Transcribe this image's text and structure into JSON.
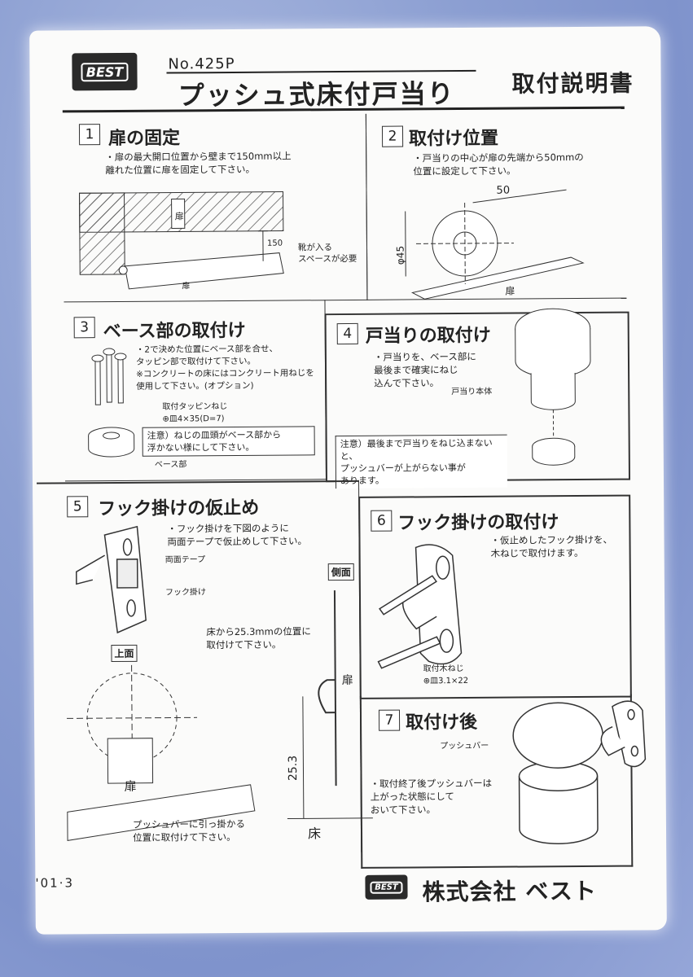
{
  "header": {
    "brand": "BEST",
    "model_no": "No.425P",
    "title": "プッシュ式床付戸当り",
    "doc_type": "取付説明書"
  },
  "sections": [
    {
      "num": "1",
      "title": "扉の固定",
      "text": "・扉の最大開口位置から壁まで150mm以上\n離れた位置に扉を固定して下さい。",
      "labels": {
        "door": "扉",
        "wall": "扉",
        "dim": "150",
        "note": "靴が入る\nスペースが必要"
      }
    },
    {
      "num": "2",
      "title": "取付け位置",
      "text": "・戸当りの中心が扉の先端から50mmの\n位置に設定して下さい。",
      "labels": {
        "dim_w": "50",
        "dim_d": "φ45",
        "door": "扉"
      }
    },
    {
      "num": "3",
      "title": "ベース部の取付け",
      "text": "・2で決めた位置にベース部を合せ、\nタッピン部で取付けて下さい。\n※コンクリートの床にはコンクリート用ねじを\n使用して下さい。(オプション)",
      "labels": {
        "screw": "取付タッピンねじ",
        "screw_spec": "⊕皿4×35(D=7)",
        "note": "注意）ねじの皿頭がベース部から\n浮かない様にして下さい。",
        "base": "ベース部"
      }
    },
    {
      "num": "4",
      "title": "戸当りの取付け",
      "text": "・戸当りを、ベース部に\n最後まで確実にねじ\n込んで下さい。",
      "labels": {
        "body": "戸当り本体",
        "note": "注意）最後まで戸当りをねじ込まないと、\nプッシュバーが上がらない事が\nあります。"
      }
    },
    {
      "num": "5",
      "title": "フック掛けの仮止め",
      "text": "・フック掛けを下図のように\n両面テープで仮止めして下さい。",
      "labels": {
        "tape": "両面テープ",
        "hook": "フック掛け",
        "side": "側面",
        "top": "上面",
        "position": "床から25.3mmの位置に\n取付けて下さい。",
        "door": "扉",
        "door2": "扉",
        "dim": "25.3",
        "floor": "床",
        "bottom": "プッシュバーに引っ掛かる\n位置に取付けて下さい。"
      }
    },
    {
      "num": "6",
      "title": "フック掛けの取付け",
      "text": "・仮止めしたフック掛けを、\n木ねじで取付けます。",
      "labels": {
        "screw": "取付木ねじ",
        "screw_spec": "⊕皿3.1×22"
      }
    },
    {
      "num": "7",
      "title": "取付け後",
      "text": "・取付終了後プッシュバーは\n上がった状態にして\nおいて下さい。",
      "labels": {
        "bar": "プッシュバー"
      }
    }
  ],
  "footer": {
    "date": "'01·3",
    "brand": "BEST",
    "company": "株式会社 ベスト"
  }
}
